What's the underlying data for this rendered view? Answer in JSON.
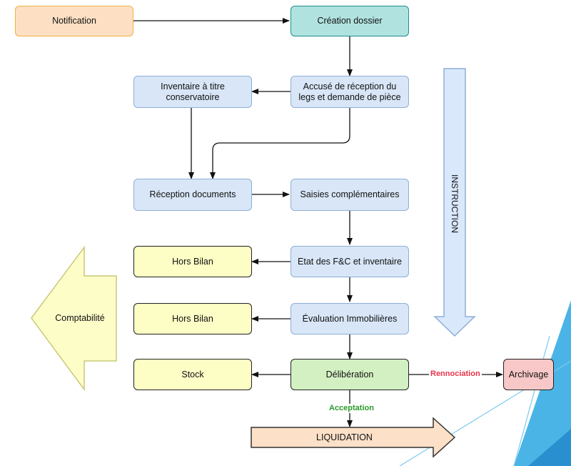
{
  "nodes": {
    "notification": "Notification",
    "creation_dossier": "Création dossier",
    "inventaire": "Inventaire à titre conservatoire",
    "accuse": "Accusé de réception du legs et demande de pièce",
    "reception_documents": "Réception documents",
    "saisies": "Saisies complémentaires",
    "hors_bilan_1": "Hors Bilan",
    "etat": "Etat des F&C et inventaire",
    "hors_bilan_2": "Hors Bilan",
    "evaluation": "Évaluation Immobilières",
    "stock": "Stock",
    "deliberation": "Délibération",
    "archivage": "Archivage"
  },
  "big_arrows": {
    "instruction": "INSTRUCTION",
    "comptabilite": "Comptabilité",
    "liquidation": "LIQUIDATION"
  },
  "edge_labels": {
    "rennociation": "Rennociation",
    "acceptation": "Acceptation"
  },
  "colors": {
    "rennociation": "#e8334a",
    "acceptation": "#2a9a2a",
    "instruction_fill": "#dae8fc",
    "comptabilite_fill": "#fdfdc8",
    "liquidation_fill": "#fce0c8",
    "background_accent": "#4ab4e6"
  }
}
